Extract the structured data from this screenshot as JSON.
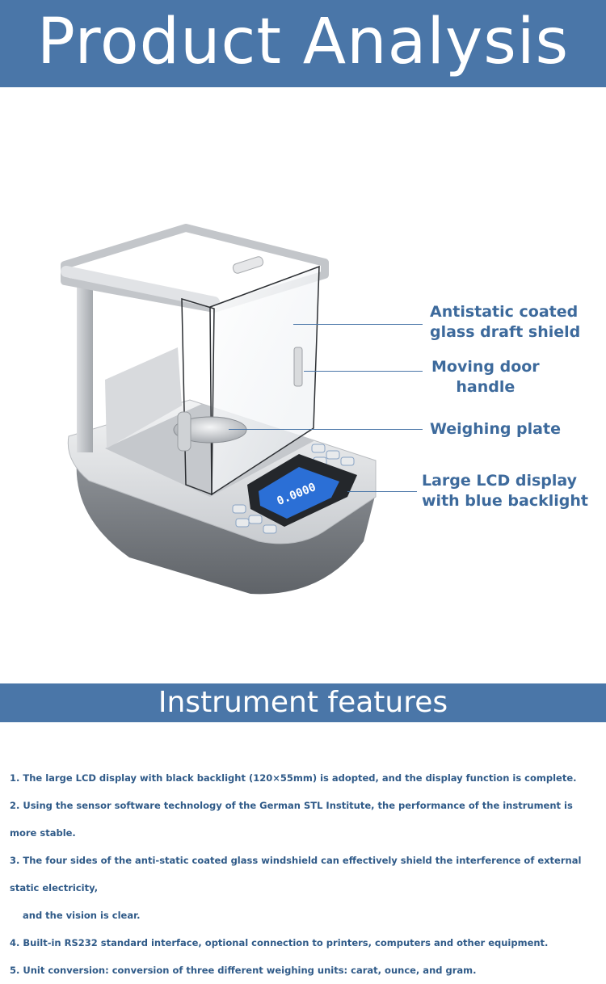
{
  "header": {
    "title": "Product Analysis"
  },
  "product_image": {
    "lcd_reading": "0.0000",
    "callouts": [
      {
        "label": "Antistatic coated glass draft shield"
      },
      {
        "label": "Moving door handle"
      },
      {
        "label": "Weighing plate"
      },
      {
        "label": "Large LCD display with blue backlight"
      }
    ]
  },
  "callout_lines": {
    "c1_l1": "Antistatic coated",
    "c1_l2": "glass draft shield",
    "c2_l1": "Moving door",
    "c2_l2": "handle",
    "c3_l1": "Weighing plate",
    "c4_l1": "Large LCD display",
    "c4_l2": "with blue backlight"
  },
  "features_section": {
    "title": "Instrument features",
    "items": [
      {
        "text": "1. The large LCD display with black backlight (120×55mm) is adopted, and the display function is complete."
      },
      {
        "text": "2. Using the sensor software technology of the German STL Institute, the performance of the instrument is more stable."
      },
      {
        "text": "3. The four sides of the anti-static coated glass windshield can effectively shield the interference of external static electricity,",
        "cont": "and the vision is clear."
      },
      {
        "text": "4. Built-in RS232 standard interface, optional connection to printers, computers and other equipment."
      },
      {
        "text": "5. Unit conversion: conversion of three different weighing units: carat, ounce, and gram."
      }
    ]
  },
  "colors": {
    "banner": "#4a76a8",
    "callout_text": "#3d6a9c",
    "feature_text": "#2f5a88",
    "lcd_backlight": "#2b6fd6"
  }
}
